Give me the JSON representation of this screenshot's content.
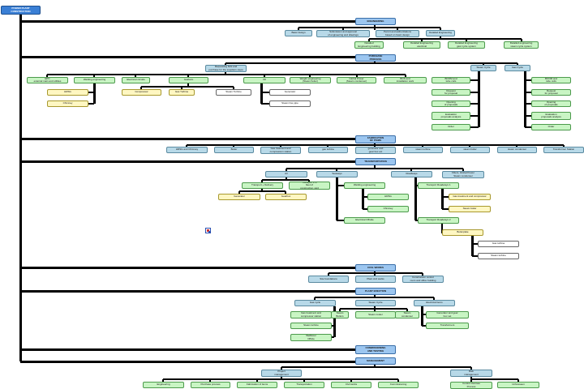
{
  "nodes": [
    {
      "id": "root",
      "style": "root",
      "text": "POWER PLANT\nCONSTRUCTION"
    },
    {
      "id": "eng",
      "style": "hdr",
      "text": "ENGINEERING"
    },
    {
      "id": "eng1",
      "style": "blue",
      "text": "Basic design"
    },
    {
      "id": "eng2",
      "style": "blue",
      "text": "Submission and approval\nof engineering and drawings"
    },
    {
      "id": "eng3",
      "style": "blue",
      "text": "Permit and authorizations\nbased on basic design"
    },
    {
      "id": "eng4",
      "style": "blue",
      "text": "Detailed Engineering"
    },
    {
      "id": "eng5",
      "style": "green",
      "text": "Detailed\nEngineering building"
    },
    {
      "id": "eng6",
      "style": "green",
      "text": "Detailed Engineering\nelectrical"
    },
    {
      "id": "eng7",
      "style": "green",
      "text": "Detailed Engineering\ngas/ cycle system"
    },
    {
      "id": "eng8",
      "style": "green",
      "text": "Detailed engineering\nsteam cycle system"
    },
    {
      "id": "pur",
      "style": "hdr",
      "text": "PURCHASE\nPROCESS"
    },
    {
      "id": "pur_sel",
      "style": "blue",
      "text": "Requesting bids and\npurchase for the suppliers steps"
    },
    {
      "id": "pur_gas",
      "style": "blue",
      "text": "Steam Cycle"
    },
    {
      "id": "pur_steam",
      "style": "blue",
      "text": "Gas Cycle"
    },
    {
      "id": "pp1",
      "style": "green",
      "text": "EPC\nexternal main and utilities"
    },
    {
      "id": "pp2",
      "style": "green",
      "text": "Welding engineering"
    },
    {
      "id": "pp3",
      "style": "green",
      "text": "Electrical circuits"
    },
    {
      "id": "pp4",
      "style": "green",
      "text": "Gasfarm"
    },
    {
      "id": "pp5",
      "style": "green",
      "text": "Oil"
    },
    {
      "id": "pp6",
      "style": "green",
      "text": "Weight engineering\n(Steam boiler)"
    },
    {
      "id": "pp7",
      "style": "green",
      "text": "Global Power\n(Steam condenser)"
    },
    {
      "id": "pp8",
      "style": "green",
      "text": "BOS and\ninstallation work"
    },
    {
      "id": "pw1",
      "style": "yellow",
      "text": "HRSG"
    },
    {
      "id": "pw2",
      "style": "yellow",
      "text": "Chimney"
    },
    {
      "id": "py1",
      "style": "yellow",
      "text": "Compressor"
    },
    {
      "id": "py2",
      "style": "yellow",
      "text": "Gas Turbine"
    },
    {
      "id": "py3",
      "style": "white",
      "text": "Steam Turbine"
    },
    {
      "id": "po1",
      "style": "white",
      "text": "Generator"
    },
    {
      "id": "po2",
      "style": "white",
      "text": "Steam line pipe"
    },
    {
      "id": "gc1",
      "style": "green",
      "text": "BOOM and\ntube coils"
    },
    {
      "id": "gc2",
      "style": "green",
      "text": "Request\nfor proposal"
    },
    {
      "id": "gc3",
      "style": "green",
      "text": "Opening\nof proposals"
    },
    {
      "id": "gc4",
      "style": "green",
      "text": "Evaluation\nproposals analysis"
    },
    {
      "id": "gc5",
      "style": "green",
      "text": "Order"
    },
    {
      "id": "sc1",
      "style": "green",
      "text": "BOOM and\ntube coils"
    },
    {
      "id": "sc2",
      "style": "green",
      "text": "Request\nfor proposal"
    },
    {
      "id": "sc3",
      "style": "green",
      "text": "Opening\nof proposals"
    },
    {
      "id": "sc4",
      "style": "green",
      "text": "Evaluation\nproposals analysis"
    },
    {
      "id": "sc5",
      "style": "green",
      "text": "Order"
    },
    {
      "id": "fab",
      "style": "hdr",
      "text": "FABRICATION\nOF ITEMS"
    },
    {
      "id": "fb1",
      "style": "blue",
      "text": "HRSG and Chimney"
    },
    {
      "id": "fb2",
      "style": "blue",
      "text": "Boiler"
    },
    {
      "id": "fb3",
      "style": "blue",
      "text": "Gas treatment and\ncompression station"
    },
    {
      "id": "fb4",
      "style": "blue",
      "text": "gas turbine"
    },
    {
      "id": "fb5",
      "style": "blue",
      "text": "generator and\ngear box etc"
    },
    {
      "id": "fb6",
      "style": "blue",
      "text": "steam turbine"
    },
    {
      "id": "fb7",
      "style": "blue",
      "text": "steam boiler"
    },
    {
      "id": "fb8",
      "style": "blue",
      "text": "steam condenser"
    },
    {
      "id": "fb9",
      "style": "blue",
      "text": "Transformer Station"
    },
    {
      "id": "trn",
      "style": "hdr",
      "text": "TRANSPORTATION"
    },
    {
      "id": "tr_air",
      "style": "blue",
      "text": "Air"
    },
    {
      "id": "tr_sea",
      "style": "blue",
      "text": "Seaways"
    },
    {
      "id": "tr_road",
      "style": "blue",
      "text": "Roadways"
    },
    {
      "id": "tr_p",
      "style": "blue",
      "text": "Filters, Global Power\nSteam condenser"
    },
    {
      "id": "ta1",
      "style": "green",
      "text": "Transport + Delivery"
    },
    {
      "id": "ta2",
      "style": "green",
      "text": "Transport 2 B\nfleet of\nconstruction yard"
    },
    {
      "id": "tay1",
      "style": "yellow",
      "text": "Generator"
    },
    {
      "id": "tay2",
      "style": "yellow",
      "text": "Gearbox"
    },
    {
      "id": "ts1",
      "style": "green",
      "text": "Welding engineering"
    },
    {
      "id": "ts1a",
      "style": "green",
      "text": "HRSG"
    },
    {
      "id": "ts1b",
      "style": "green",
      "text": "Chimney"
    },
    {
      "id": "ts2",
      "style": "green",
      "text": "Electrical Offside"
    },
    {
      "id": "tr1",
      "style": "green",
      "text": "Transport Roadways 1"
    },
    {
      "id": "tr1a",
      "style": "yellow",
      "text": "Gas treatment and compressor"
    },
    {
      "id": "tr1b",
      "style": "yellow",
      "text": "Steam boiler"
    },
    {
      "id": "tr2",
      "style": "green",
      "text": "Transport Roadways 2"
    },
    {
      "id": "tr2a",
      "style": "yellow",
      "text": "Boilerplate"
    },
    {
      "id": "tr2b",
      "style": "white",
      "text": "Gas turbine"
    },
    {
      "id": "tr2c",
      "style": "white",
      "text": "Steam turbine"
    },
    {
      "id": "civ",
      "style": "hdr",
      "text": "CIVIL WORKS"
    },
    {
      "id": "cv1",
      "style": "blue",
      "text": "Site foundations"
    },
    {
      "id": "cv2",
      "style": "blue",
      "text": "Plant civil works"
    },
    {
      "id": "cv3",
      "style": "blue",
      "text": "Construction control\nroom and office building"
    },
    {
      "id": "ere",
      "style": "hdr",
      "text": "PLANT ERECTION"
    },
    {
      "id": "er_gas",
      "style": "blue",
      "text": "Gas cycle"
    },
    {
      "id": "er_steam",
      "style": "blue",
      "text": "Steam Cycle"
    },
    {
      "id": "er_el",
      "style": "blue",
      "text": "Electrical items"
    },
    {
      "id": "eg1",
      "style": "green",
      "text": "Gas treatment and\ncompressor station"
    },
    {
      "id": "eg2",
      "style": "green",
      "text": "Steam turbine"
    },
    {
      "id": "eg3",
      "style": "green",
      "text": "Wellbore/\nOffsite"
    },
    {
      "id": "es1",
      "style": "green",
      "text": "Steam\nBoilers"
    },
    {
      "id": "es2",
      "style": "green",
      "text": "Steam cooler"
    },
    {
      "id": "es3",
      "style": "green",
      "text": "Steam\ncondenser"
    },
    {
      "id": "ee1",
      "style": "green",
      "text": "Generator and gear\nbox set"
    },
    {
      "id": "ee2",
      "style": "green",
      "text": "Transformers"
    },
    {
      "id": "com",
      "style": "hdr",
      "text": "COMMISSIONING\nAND TESTING"
    },
    {
      "id": "mgt",
      "style": "hdr",
      "text": "MANAGEMENT"
    },
    {
      "id": "mg_p",
      "style": "blue",
      "text": "Project\nmanagement"
    },
    {
      "id": "mg_r",
      "style": "blue",
      "text": "Risk\nmanagement"
    },
    {
      "id": "mg1",
      "style": "green",
      "text": "Engineering"
    },
    {
      "id": "mg2",
      "style": "green",
      "text": "Purchase process"
    },
    {
      "id": "mg3",
      "style": "green",
      "text": "Fabrication of items"
    },
    {
      "id": "mg4",
      "style": "green",
      "text": "Transportation"
    },
    {
      "id": "mg5",
      "style": "green",
      "text": "Civil works"
    },
    {
      "id": "mg6",
      "style": "green",
      "text": "Commissioning"
    },
    {
      "id": "mg7",
      "style": "green",
      "text": "Control Oversee\nProcess"
    },
    {
      "id": "mg8",
      "style": "green",
      "text": "Unforeseen"
    }
  ]
}
